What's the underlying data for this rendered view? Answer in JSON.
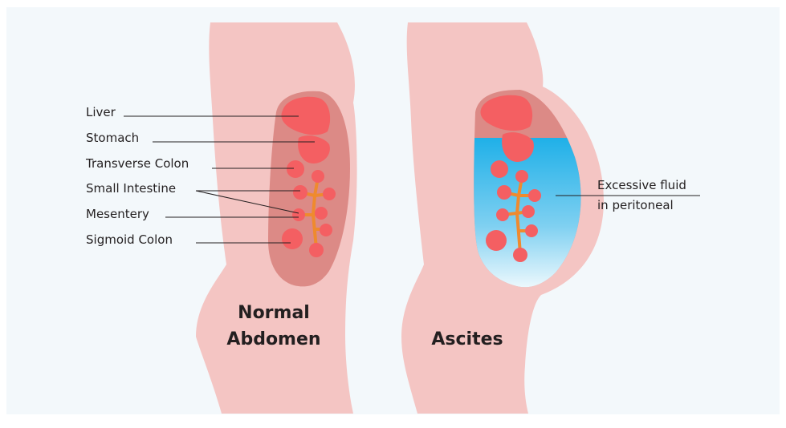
{
  "diagrams": [
    {
      "title_lines": [
        "Normal",
        "Abdomen"
      ],
      "labels": [
        "Liver",
        "Stomach",
        "Transverse Colon",
        "Small Intestine",
        "Mesentery",
        "Sigmoid Colon"
      ]
    },
    {
      "title_lines": [
        "Ascites"
      ],
      "labels": [
        "Excessive fluid",
        "in peritoneal"
      ]
    }
  ],
  "colors": {
    "background": "#f3f8fb",
    "body": "#f4c5c3",
    "cavity": "#dc8a86",
    "organ": "#f45f62",
    "mesentery": "#ef8a2e",
    "fluid_top": "#1fb0e8",
    "fluid_bottom": "#ffffff",
    "leader_line": "#231f20"
  }
}
